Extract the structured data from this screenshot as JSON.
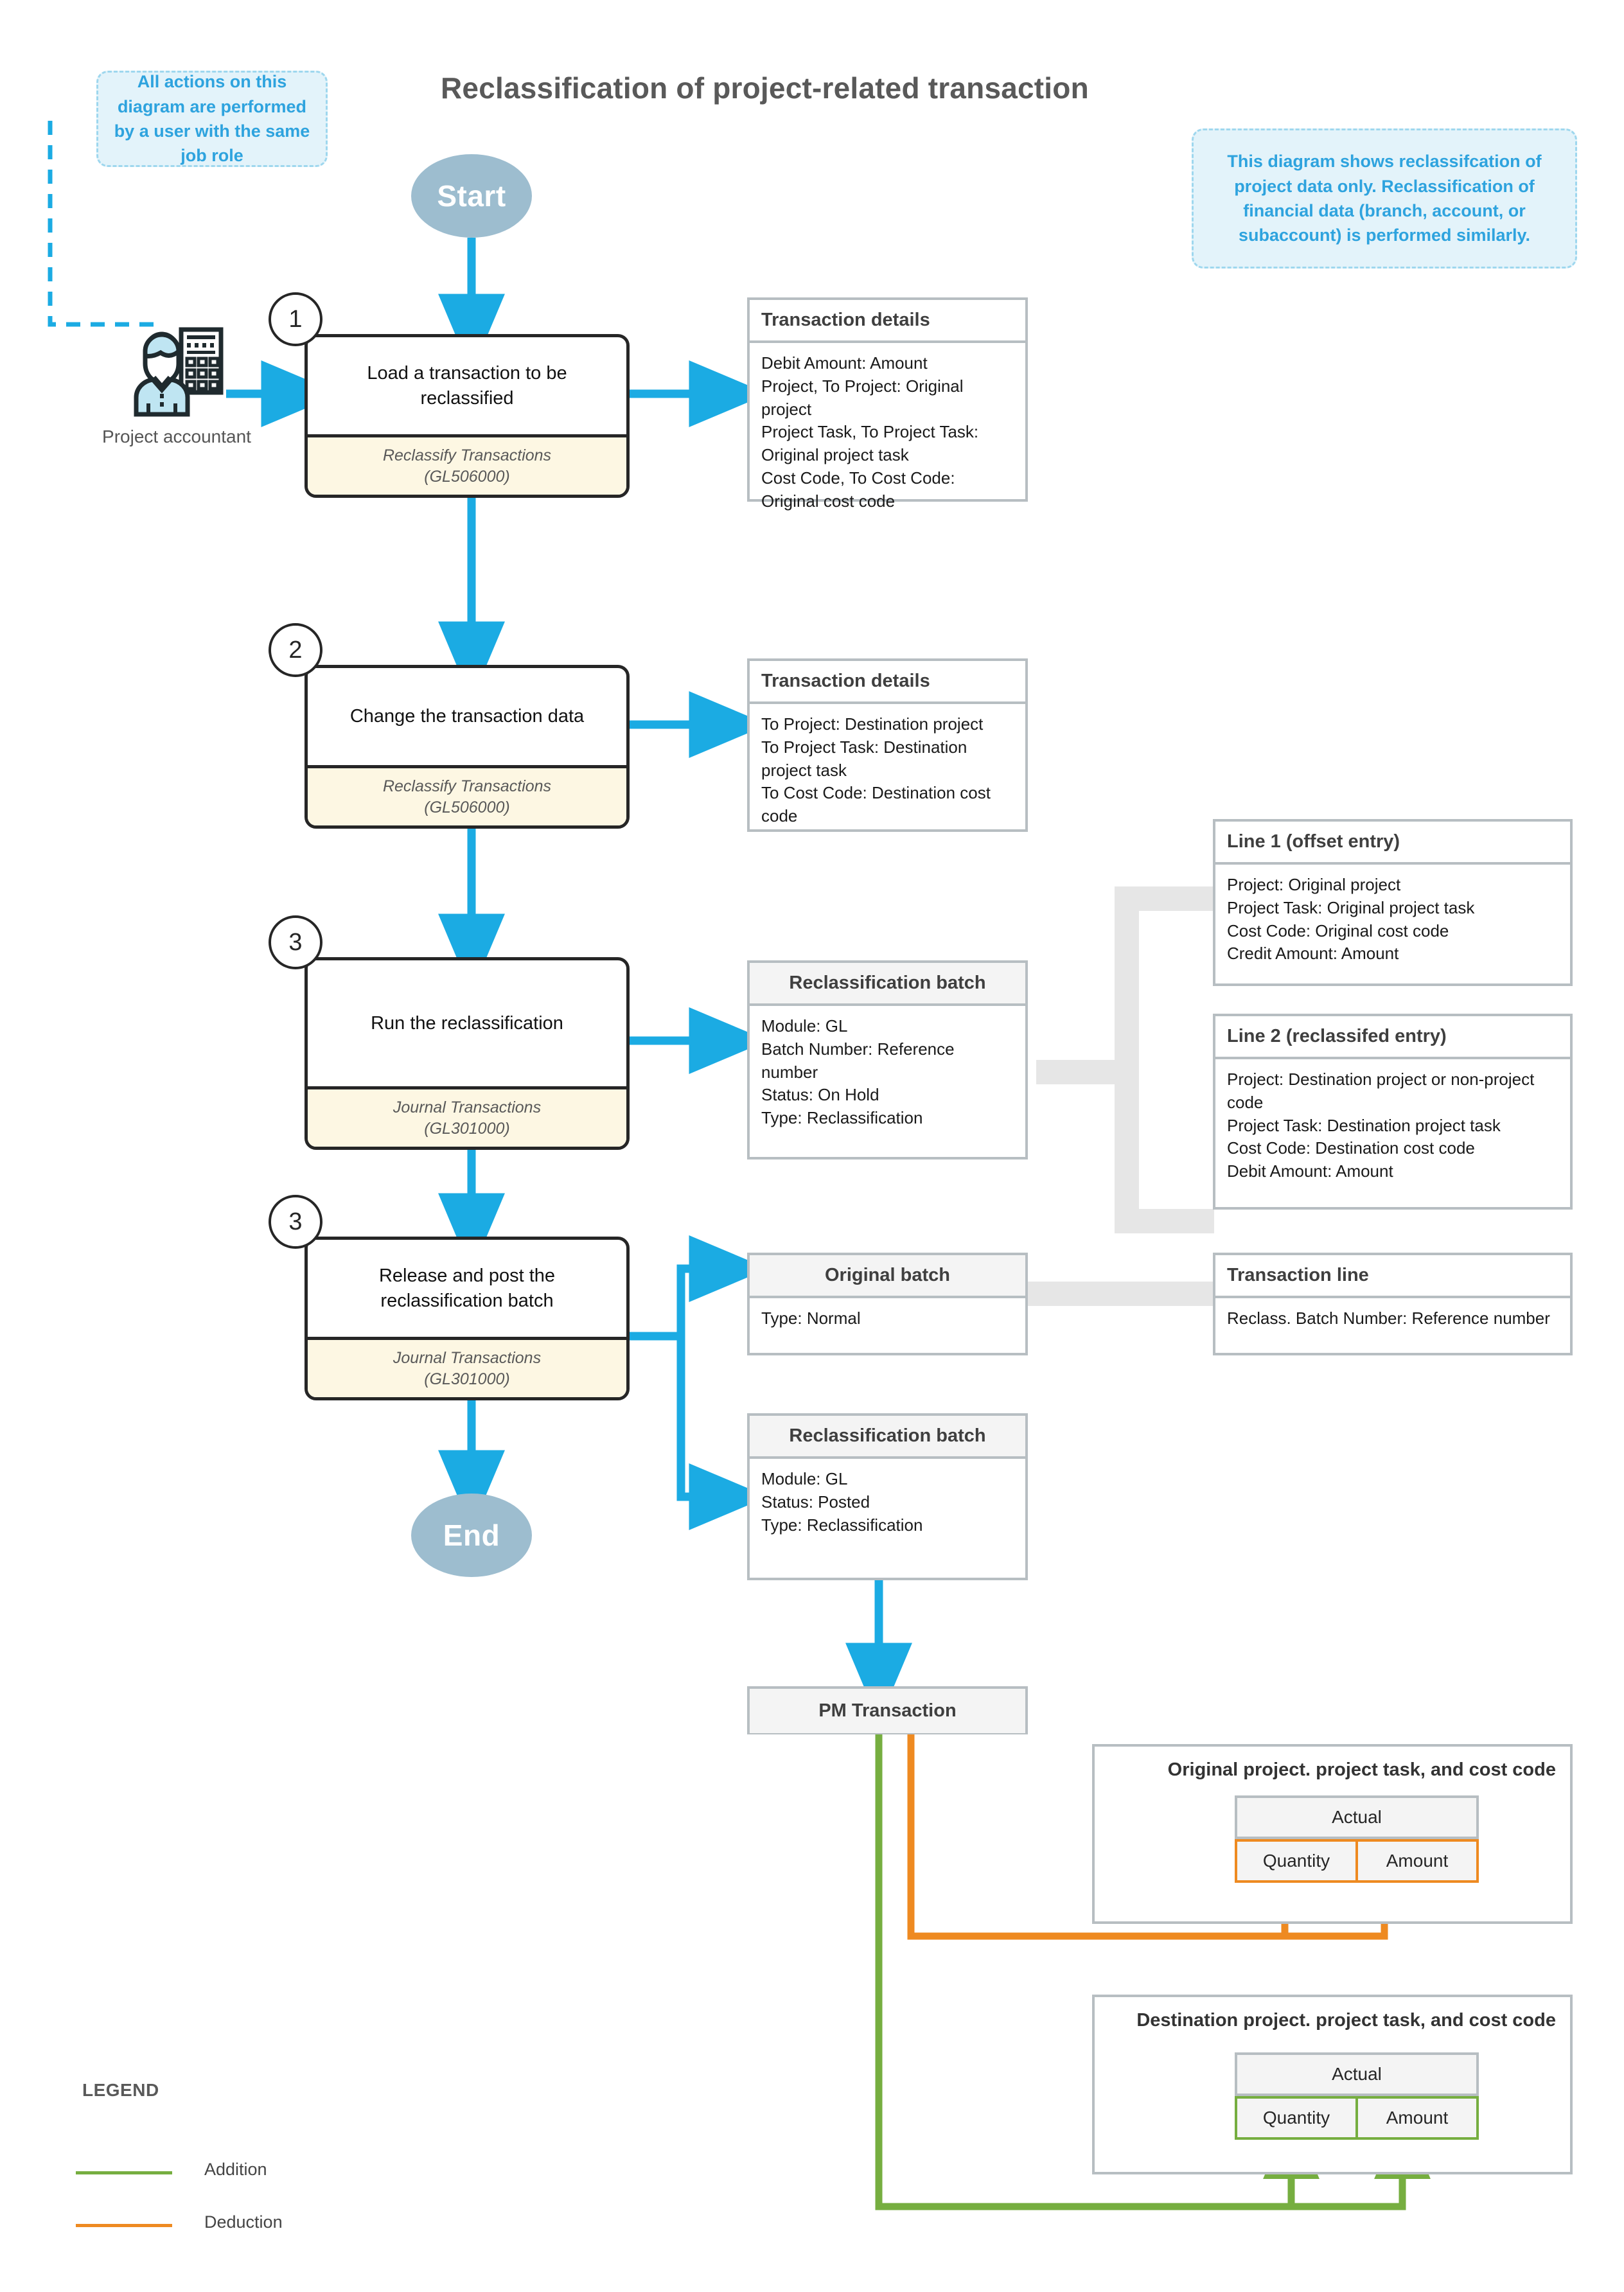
{
  "title": "Reclassification of project-related transaction",
  "notes": {
    "left": "All actions on this diagram are performed by a user with the same job role",
    "right": "This diagram shows reclassifcation of project data only. Reclassification of financial data (branch, account, or subaccount) is performed similarly."
  },
  "terminators": {
    "start": "Start",
    "end": "End"
  },
  "actor": {
    "label": "Project accountant",
    "icon": "accountant-icon"
  },
  "steps": [
    {
      "number": "1",
      "text": "Load a transaction to be reclassified",
      "screen": "Reclassify Transactions",
      "screen_id": "(GL506000)"
    },
    {
      "number": "2",
      "text": "Change the transaction data",
      "screen": "Reclassify Transactions",
      "screen_id": "(GL506000)"
    },
    {
      "number": "3",
      "text": "Run the reclassification",
      "screen": "Journal Transactions",
      "screen_id": "(GL301000)"
    },
    {
      "number": "3",
      "text": "Release and post the reclassification batch",
      "screen": "Journal Transactions",
      "screen_id": "(GL301000)"
    }
  ],
  "cards": {
    "txn_details_1": {
      "title": "Transaction details",
      "body": "Debit Amount: Amount\nProject, To Project: Original project\nProject Task, To Project Task: Original project task\nCost Code, To Cost Code: Original cost code"
    },
    "txn_details_2": {
      "title": "Transaction details",
      "body": "To Project: Destination project\nTo Project Task: Destination project task\nTo Cost Code: Destination cost code"
    },
    "reclass_batch_hold": {
      "title": "Reclassification batch",
      "body": "Module: GL\nBatch Number: Reference number\nStatus: On Hold\nType: Reclassification"
    },
    "line1": {
      "title": "Line 1 (offset entry)",
      "body": "Project: Original project\nProject Task: Original project task\nCost Code: Original cost code\nCredit Amount: Amount"
    },
    "line2": {
      "title": "Line 2 (reclassifed entry)",
      "body": "Project: Destination project or non-project code\nProject Task: Destination project task\nCost Code: Destination cost code\nDebit Amount: Amount"
    },
    "original_batch": {
      "title": "Original batch",
      "body": "Type: Normal"
    },
    "transaction_line": {
      "title": "Transaction line",
      "body": "Reclass. Batch Number: Reference number"
    },
    "reclass_batch_posted": {
      "title": "Reclassification batch",
      "body": "Module: GL\nStatus: Posted\nType: Reclassification"
    },
    "pm_transaction": {
      "title": "PM Transaction"
    }
  },
  "frames": {
    "original": {
      "title": "Original project. project task, and cost code",
      "table": {
        "header": "Actual",
        "columns": [
          "Quantity",
          "Amount"
        ],
        "accent": "#EE8A21"
      }
    },
    "destination": {
      "title": "Destination project. project task, and cost code",
      "table": {
        "header": "Actual",
        "columns": [
          "Quantity",
          "Amount"
        ],
        "accent": "#76AE40"
      }
    }
  },
  "legend": {
    "title": "LEGEND",
    "items": [
      {
        "label": "Addition",
        "color": "#76AE40"
      },
      {
        "label": "Deduction",
        "color": "#EE8A21"
      }
    ]
  },
  "colors": {
    "flow_blue": "#1BABE3",
    "terminator": "#9DBDCF",
    "note_fill": "#E3F3FA",
    "note_text": "#2EA3DE",
    "screen_fill": "#FDF7E3",
    "card_border": "#B7BEC2",
    "gray_connector": "#E6E6E6",
    "addition_green": "#76AE40",
    "deduction_orange": "#EE8A21",
    "title_gray": "#595959"
  }
}
